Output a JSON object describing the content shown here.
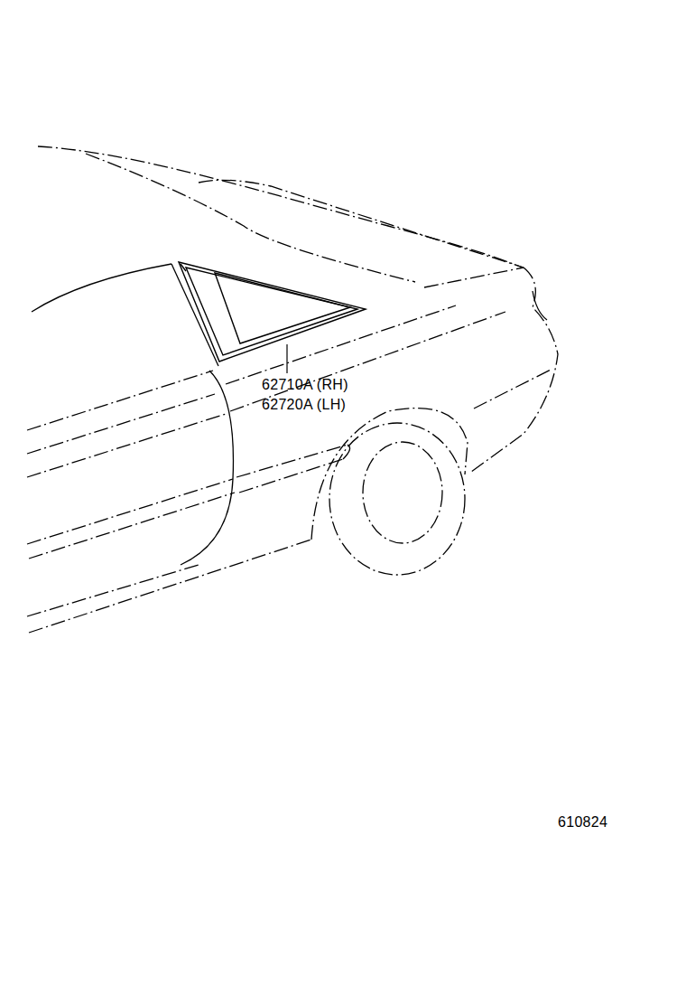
{
  "diagram": {
    "labels": [
      "62710A (RH)",
      "62720A (LH)",
      "610824"
    ]
  }
}
